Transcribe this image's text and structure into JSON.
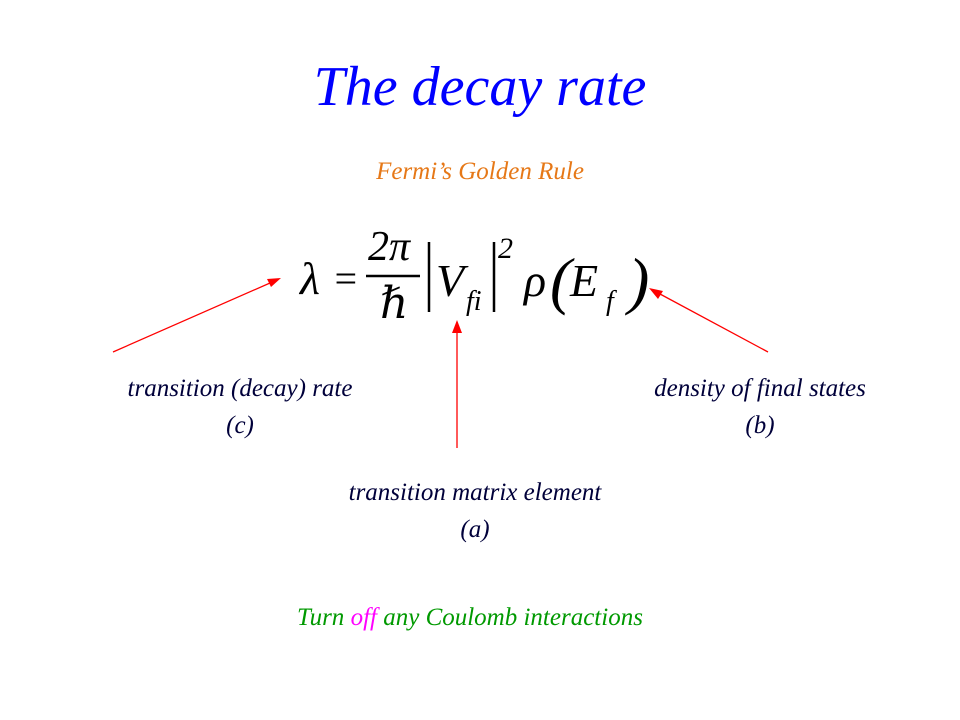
{
  "slide": {
    "title": "The decay rate",
    "subtitle": "Fermi’s Golden Rule",
    "formula": {
      "lhs": "λ",
      "equals": "=",
      "numerator": "2π",
      "denominator": "ℏ",
      "v": "V",
      "v_subscript": "fi",
      "exponent": "2",
      "rho": "ρ",
      "open_paren": "(",
      "e": "E",
      "e_subscript": "f",
      "close_paren": ")"
    },
    "labels": {
      "c": {
        "name": "transition (decay) rate",
        "tag": "(c)"
      },
      "b": {
        "name": "density of final states",
        "tag": "(b)"
      },
      "a": {
        "name": "transition matrix element",
        "tag": "(a)"
      }
    },
    "note": {
      "before": "Turn ",
      "highlight": "off",
      "after": " any Coulomb interactions"
    }
  },
  "colors": {
    "title": "#0000ff",
    "subtitle": "#e67817",
    "label": "#00003a",
    "arrow": "#ff0000",
    "note": "#009900",
    "note_highlight": "#ff00ff"
  }
}
